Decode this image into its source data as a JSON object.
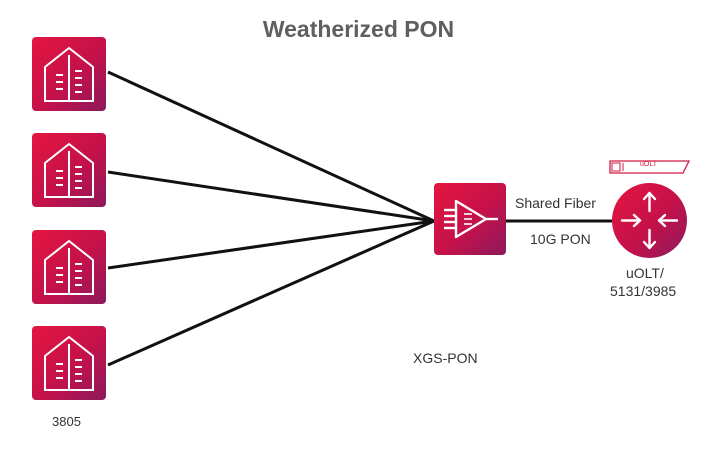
{
  "title": "Weatherized PON",
  "icons": {
    "house": "house-icon",
    "splitter": "splitter-icon",
    "router": "router-icon",
    "chassis": "olt-chassis-icon"
  },
  "labels": {
    "link_top": "Shared Fiber",
    "link_bottom": "10G PON",
    "olt_line1": "uOLT/",
    "olt_line2": "5131/3985",
    "technology": "XGS-PON",
    "onu_model": "3805",
    "chassis_label": "uOLT"
  },
  "colors": {
    "accent_start": "#e5163f",
    "accent_end": "#8c1a5c",
    "title": "#5f5f5f",
    "wire": "#111111"
  }
}
